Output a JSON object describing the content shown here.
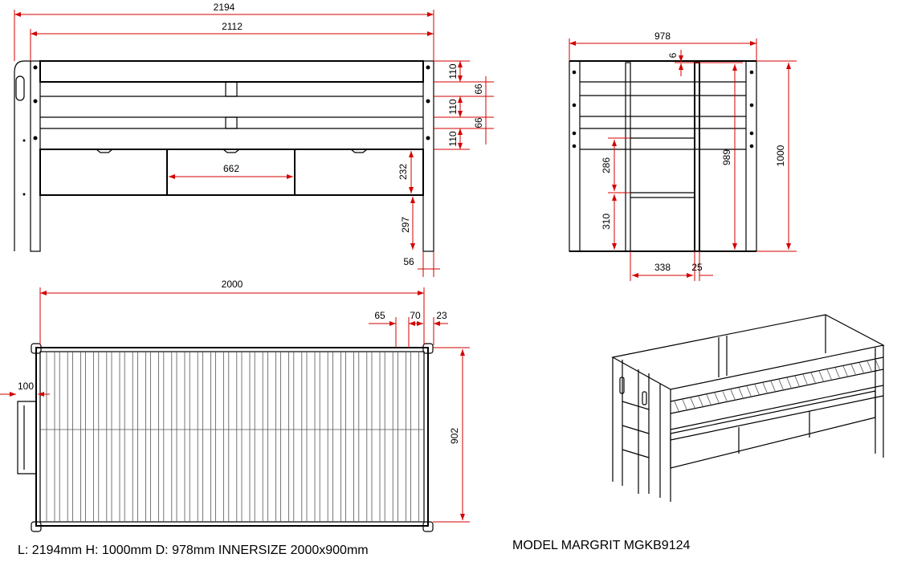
{
  "front_view": {
    "dims": {
      "overall_length": "2194",
      "inner_length": "2112",
      "rail_1": "110",
      "gap_1": "66",
      "rail_2": "110",
      "gap_2": "66",
      "rail_3": "110",
      "drawer_width": "662",
      "drawer_height": "232",
      "leg_clearance": "297",
      "post_width": "56"
    }
  },
  "side_view": {
    "dims": {
      "overall_depth": "978",
      "top_offset": "6",
      "ladder_upper": "286",
      "ladder_lower": "310",
      "inner_height": "989",
      "overall_height": "1000",
      "ladder_width": "338",
      "ladder_post": "25"
    }
  },
  "top_view": {
    "dims": {
      "inner_length": "2000",
      "offset_a": "65",
      "offset_b": "70",
      "offset_c": "23",
      "ladder_projection": "100",
      "inner_width": "902"
    }
  },
  "captions": {
    "dimensions": "L: 2194mm H: 1000mm D: 978mm INNERSIZE 2000x900mm",
    "model": "MODEL MARGRIT MGKB9124"
  },
  "colors": {
    "dimension_line": "#d40000",
    "outline": "#000000"
  }
}
